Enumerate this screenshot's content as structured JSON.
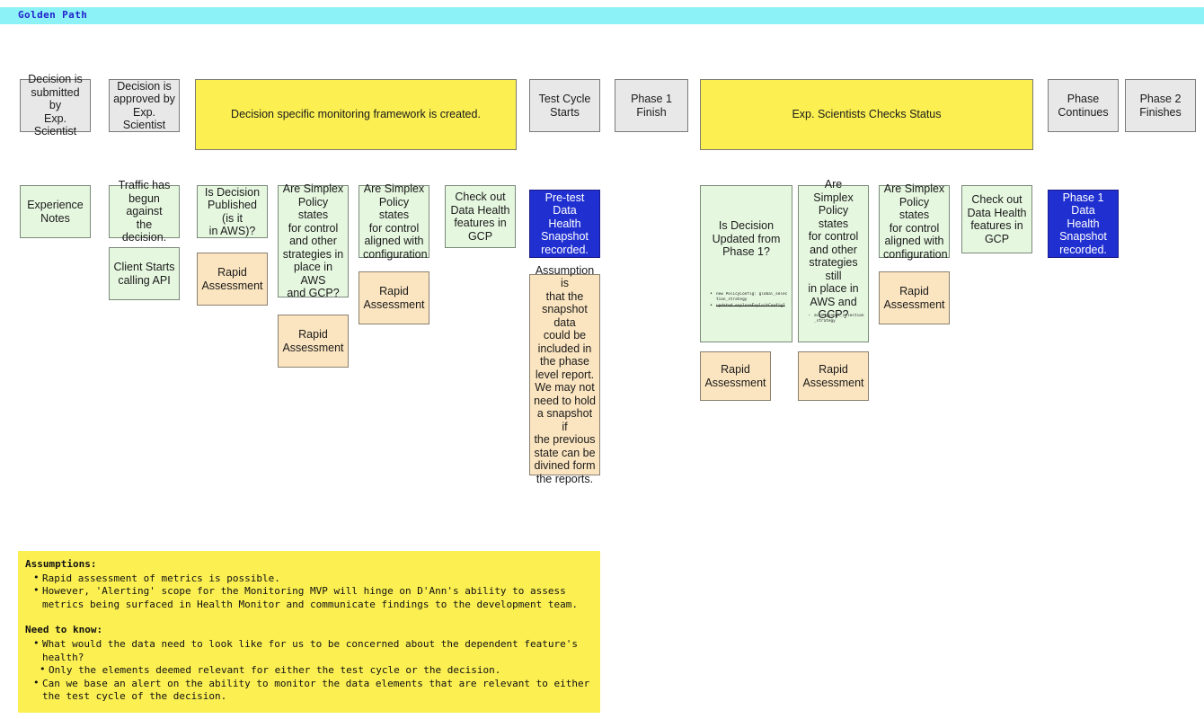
{
  "header": {
    "title": "Golden Path",
    "band_color": "#8cf2f7",
    "title_color": "#2222cc"
  },
  "palette": {
    "gray": "#e8e8e8",
    "yellow": "#fbef52",
    "green": "#e6f7e0",
    "peach": "#fbe5c0",
    "blue": "#2030d0",
    "blue_text": "#ffffff"
  },
  "timeline": {
    "cards": [
      {
        "id": "decision-submitted",
        "label": "Decision is\nsubmitted by\nExp. Scientist",
        "color": "gray"
      },
      {
        "id": "decision-approved",
        "label": "Decision is\napproved by\nExp. Scientist",
        "color": "gray"
      },
      {
        "id": "monitoring-framework",
        "label": "Decision specific monitoring framework is created.",
        "color": "yellow"
      },
      {
        "id": "test-cycle-starts",
        "label": "Test Cycle\nStarts",
        "color": "gray"
      },
      {
        "id": "phase-1-finish",
        "label": "Phase 1 Finish",
        "color": "gray"
      },
      {
        "id": "scientists-check",
        "label": "Exp. Scientists Checks Status",
        "color": "yellow"
      },
      {
        "id": "phase-continues",
        "label": "Phase\nContinues",
        "color": "gray"
      },
      {
        "id": "phase-2-finishes",
        "label": "Phase 2\nFinishes",
        "color": "gray"
      }
    ]
  },
  "steps": {
    "cards": [
      {
        "id": "experience-notes",
        "label": "Experience\nNotes",
        "color": "green"
      },
      {
        "id": "traffic-begun",
        "label": "Traffic has\nbegun against\nthe decision.",
        "color": "green"
      },
      {
        "id": "client-starts-api",
        "label": "Client Starts\ncalling API",
        "color": "green"
      },
      {
        "id": "is-decision-published",
        "label": "Is Decision\nPublished (is it\nin AWS)?",
        "color": "green"
      },
      {
        "id": "rapid-assessment-1",
        "label": "Rapid\nAssessment",
        "color": "peach"
      },
      {
        "id": "simplex-policy-aws-gcp",
        "label": "Are Simplex\nPolicy states\nfor control\nand other\nstrategies in\nplace in AWS\nand GCP?",
        "color": "green"
      },
      {
        "id": "rapid-assessment-2",
        "label": "Rapid\nAssessment",
        "color": "peach"
      },
      {
        "id": "simplex-policy-config",
        "label": "Are Simplex\nPolicy states\nfor control\naligned with\nconfiguration",
        "color": "green"
      },
      {
        "id": "rapid-assessment-3",
        "label": "Rapid\nAssessment",
        "color": "peach"
      },
      {
        "id": "check-data-health-gcp",
        "label": "Check out\nData Health\nfeatures in\nGCP",
        "color": "green"
      },
      {
        "id": "pretest-snapshot",
        "label": "Pre-test Data\nHealth\nSnapshot\nrecorded.",
        "color": "blue"
      },
      {
        "id": "assumption-note",
        "label": "Assumption is\nthat the\nsnapshot data\ncould be\nincluded in\nthe phase\nlevel report.\nWe may not\nneed to hold\na snapshot if\nthe previous\nstate can be\ndivined form\nthe reports.",
        "color": "peach"
      }
    ]
  },
  "phase2_steps": {
    "cards": [
      {
        "id": "is-decision-updated",
        "label": "Is Decision\nUpdated from\nPhase 1?",
        "color": "green",
        "code": {
          "style": "bullet",
          "lines": [
            {
              "text": "new PolicyConfig:\nglobal_selection_strategy",
              "strike": false
            },
            {
              "text": "updated\nexploreExploitConfig?",
              "strike": true
            }
          ]
        }
      },
      {
        "id": "simplex-policy-still",
        "label": "Are Simplex\nPolicy states\nfor control\nand other\nstrategies still\nin place in\nAWS and\nGCP?",
        "color": "green",
        "code": {
          "style": "dash",
          "lines": [
            {
              "text": "also\nglobal_selection_strategy",
              "strike": false
            }
          ]
        }
      },
      {
        "id": "simplex-policy-config-2",
        "label": "Are Simplex\nPolicy states\nfor control\naligned with\nconfiguration",
        "color": "green"
      },
      {
        "id": "check-data-health-gcp-2",
        "label": "Check out\nData Health\nfeatures in\nGCP",
        "color": "green"
      },
      {
        "id": "phase-1-snapshot",
        "label": "Phase 1 Data\nHealth\nSnapshot\nrecorded.",
        "color": "blue"
      },
      {
        "id": "rapid-assessment-4",
        "label": "Rapid\nAssessment",
        "color": "peach"
      },
      {
        "id": "rapid-assessment-5",
        "label": "Rapid\nAssessment",
        "color": "peach"
      },
      {
        "id": "rapid-assessment-6",
        "label": "Rapid\nAssessment",
        "color": "peach"
      }
    ]
  },
  "notes": {
    "assumptions_heading": "Assumptions:",
    "assumptions": [
      "Rapid assessment of metrics is possible.",
      "However, 'Alerting' scope for the Monitoring MVP will hinge on D'Ann's ability to assess metrics being surfaced in Health Monitor and communicate findings to the development team."
    ],
    "need_to_know_heading": "Need to know:",
    "need_to_know": [
      "What would the data need to look like for us to be concerned about the dependent feature's health?",
      "Can we base an alert on the ability to monitor the data elements that are relevant to either the test cycle of the decision."
    ],
    "need_to_know_sub": "Only the elements deemed relevant for either the test cycle or the decision."
  }
}
